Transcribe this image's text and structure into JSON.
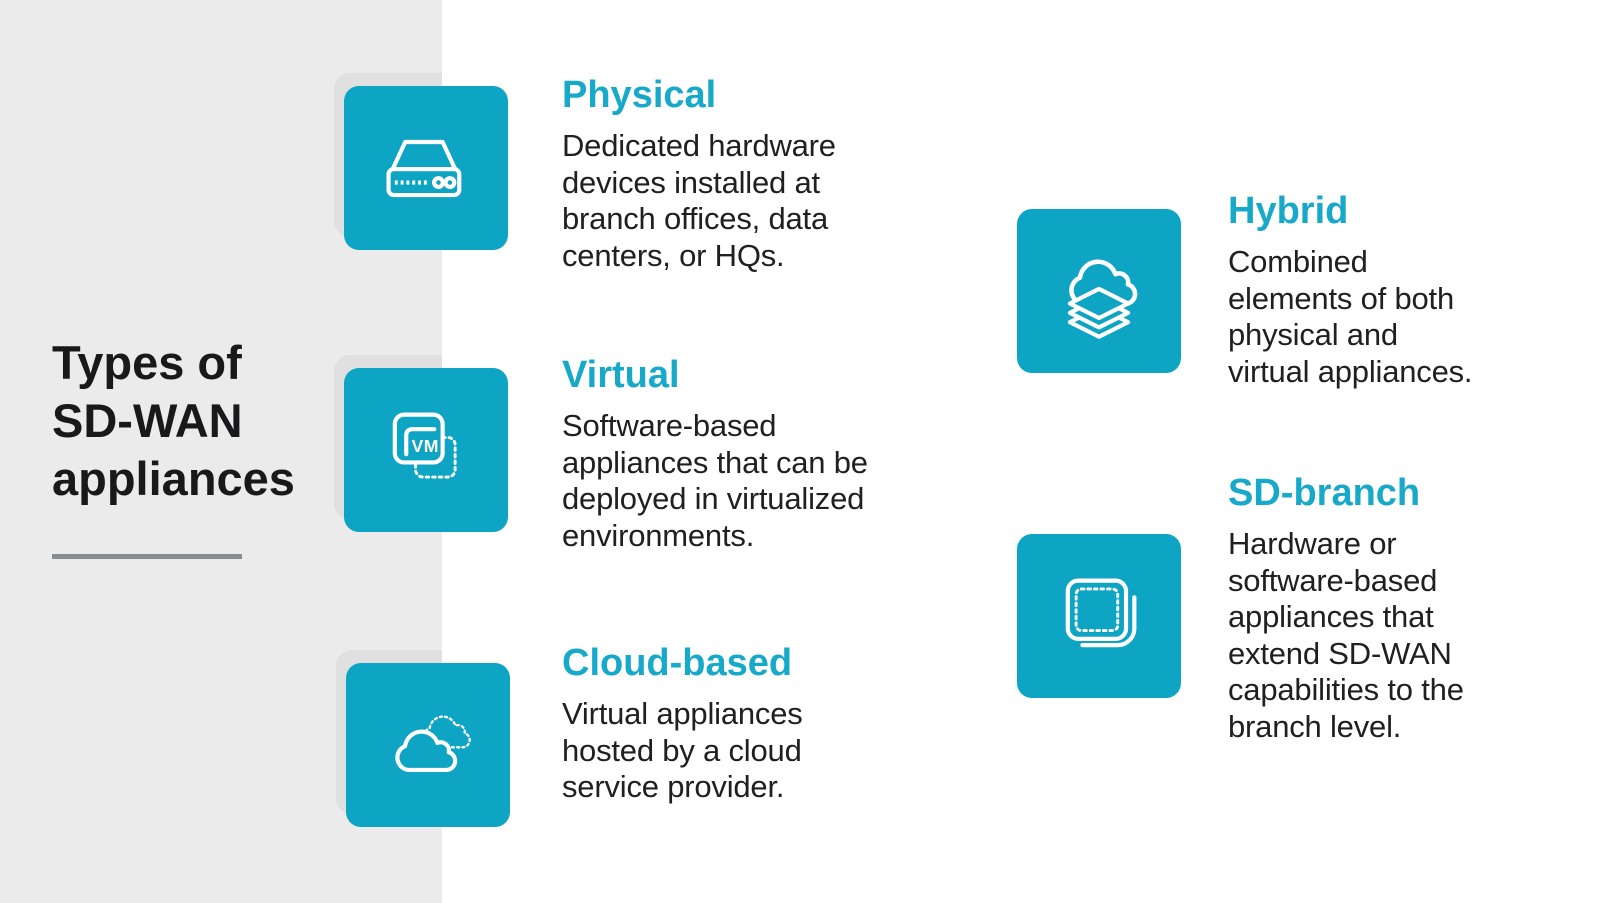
{
  "title_panel": {
    "title": "Types of\nSD-WAN\nappliances"
  },
  "colors": {
    "card_teal": "#0ea4c3",
    "heading_teal": "#17a9c9",
    "panel_gray": "#ebebeb",
    "shadow_gray": "#e0e0e0",
    "title_text": "#19191b",
    "body_text": "#202022",
    "underline_gray": "#868d93",
    "icon_stroke": "#ffffff"
  },
  "sections": [
    {
      "heading": "Physical",
      "description": "Dedicated hardware\ndevices installed at\nbranch offices, data\ncenters, or HQs.",
      "icon": "router-icon"
    },
    {
      "heading": "Virtual",
      "description": "Software-based\nappliances that can be\ndeployed in virtualized\nenvironments.",
      "icon": "vm-icon",
      "icon_label": "VM"
    },
    {
      "heading": "Cloud-based",
      "description": "Virtual appliances\nhosted by a cloud\nservice provider.",
      "icon": "cloud-icon"
    },
    {
      "heading": "Hybrid",
      "description": "Combined\nelements of both\nphysical and\nvirtual appliances.",
      "icon": "cloud-stack-icon"
    },
    {
      "heading": "SD-branch",
      "description": "Hardware or\nsoftware-based\nappliances that\nextend SD-WAN\ncapabilities to the\nbranch level.",
      "icon": "stacked-squares-icon"
    }
  ]
}
